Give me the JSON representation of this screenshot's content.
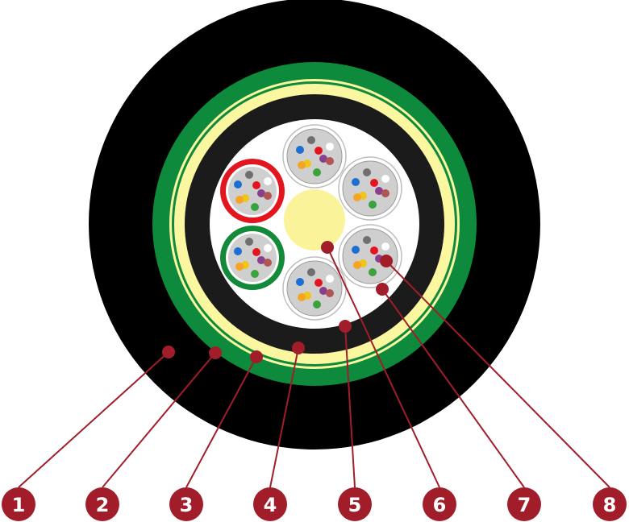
{
  "colors": {
    "outer_jacket": "#000000",
    "armor_band": "#0d8a3c",
    "tape_band": "#fbf7a0",
    "inner_sheath": "#1b1b1b",
    "core_fill": "#ffffff",
    "central_member": "#fbf39a",
    "callout": "#a11d2a",
    "tube_red": "#e3161f",
    "tube_green": "#138a3a",
    "tube_gray": "#cfcfcf",
    "fiber_colors": [
      "#1d6fd1",
      "#e3161f",
      "#f0c419",
      "#ffffff",
      "#8a3f8e",
      "#3aa33e",
      "#f5a423",
      "#6f6f6f",
      "#b05454"
    ]
  },
  "callouts": [
    {
      "label": "1"
    },
    {
      "label": "2"
    },
    {
      "label": "3"
    },
    {
      "label": "4"
    },
    {
      "label": "5"
    },
    {
      "label": "6"
    },
    {
      "label": "7"
    },
    {
      "label": "8"
    }
  ]
}
